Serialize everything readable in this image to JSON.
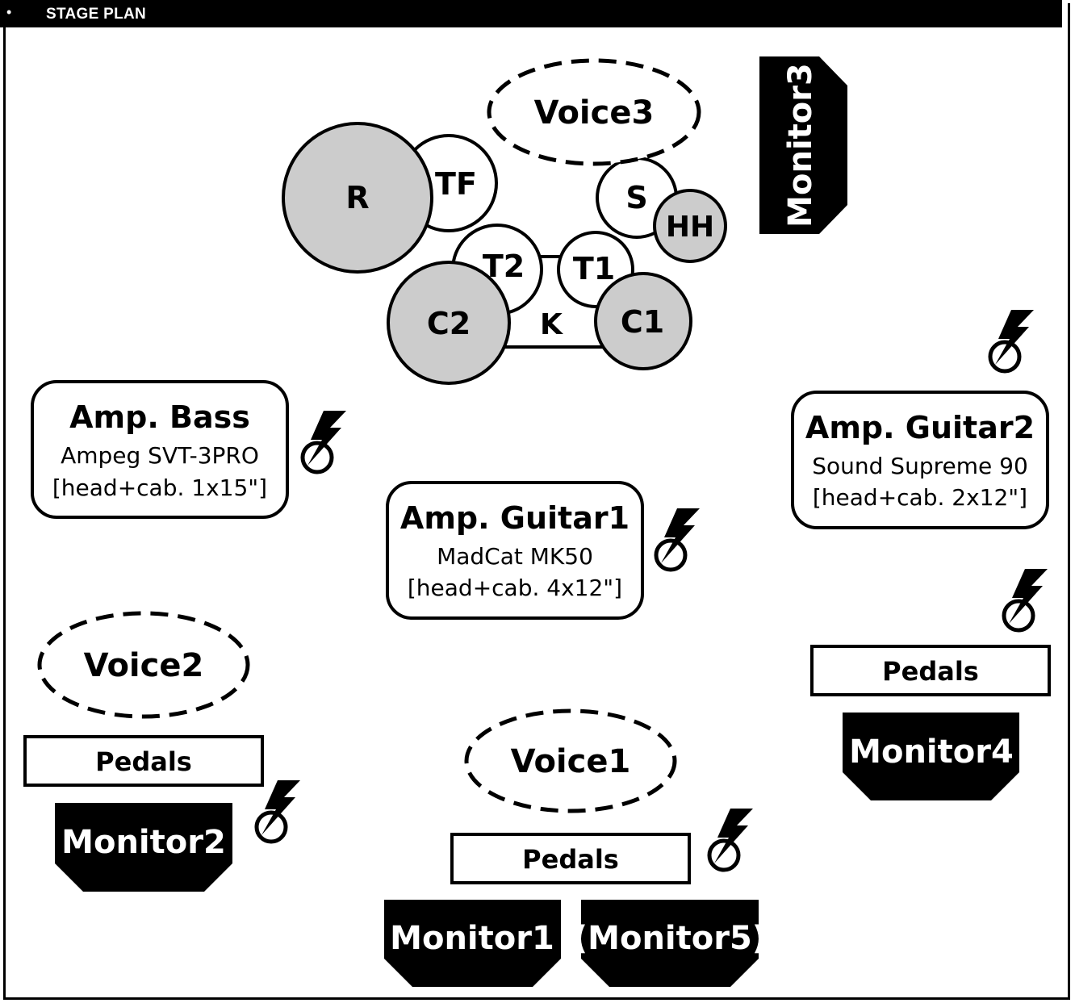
{
  "header": {
    "bullet": "•",
    "title": "STAGE PLAN"
  },
  "colors": {
    "cymbal_fill": "#cccccc",
    "monitor_fill": "#000000",
    "line": "#000000",
    "background": "#ffffff"
  },
  "drums": {
    "ride": "R",
    "tom_floor": "TF",
    "snare": "S",
    "hihat": "HH",
    "tom2": "T2",
    "tom1": "T1",
    "crash2": "C2",
    "crash1": "C1",
    "kick": "K"
  },
  "voices": {
    "voice3": "Voice3",
    "voice2": "Voice2",
    "voice1": "Voice1"
  },
  "amps": {
    "bass": {
      "name": "Amp. Bass",
      "model": "Ampeg SVT-3PRO",
      "spec": "[head+cab. 1x15\"]"
    },
    "guitar1": {
      "name": "Amp. Guitar1",
      "model": "MadCat MK50",
      "spec": "[head+cab. 4x12\"]"
    },
    "guitar2": {
      "name": "Amp. Guitar2",
      "model": "Sound Supreme 90",
      "spec": "[head+cab. 2x12\"]"
    }
  },
  "pedals": {
    "left": "Pedals",
    "center": "Pedals",
    "right": "Pedals"
  },
  "monitors": {
    "m1": "Monitor1",
    "m2": "Monitor2",
    "m3": "Monitor3",
    "m4": "Monitor4",
    "m5": "(Monitor5)"
  },
  "icons": {
    "power": "power-outlet-icon"
  }
}
